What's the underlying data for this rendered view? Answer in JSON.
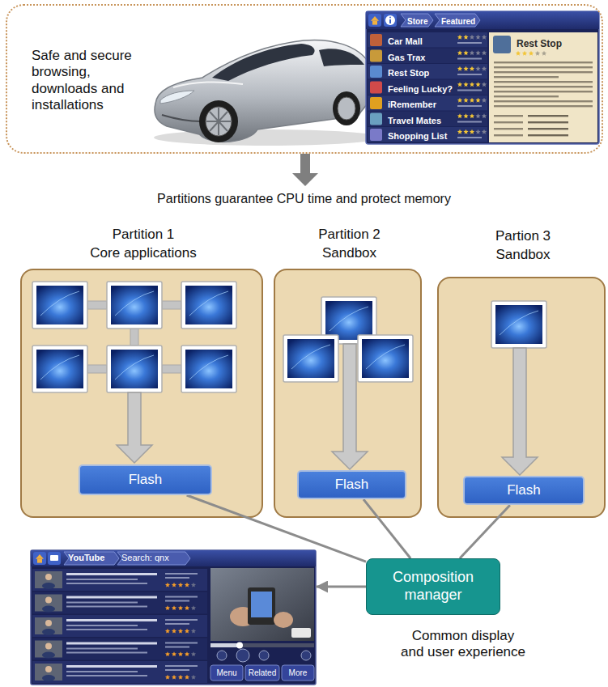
{
  "diagram": {
    "nodes": [
      {
        "text": [
          "Safe and secure browsing, downloads and installations"
        ]
      },
      {
        "text": [
          "Store",
          "Featured",
          "Car Mall",
          "Gas Trax",
          "Rest Stop",
          "Feeling Lucky?",
          "iRemember",
          "Travel Mates",
          "Shopping List",
          "Rest Stop"
        ],
        "in": 0
      },
      {
        "text": [
          "Partition 1",
          "Core applications"
        ]
      },
      {
        "text": [
          "Flash"
        ],
        "in": 2
      },
      {
        "text": [
          "Partition 2",
          "Sandbox"
        ]
      },
      {
        "text": [
          "Flash"
        ],
        "in": 4
      },
      {
        "text": [
          "Partion 3",
          "Sandbox"
        ]
      },
      {
        "text": [
          "Flash"
        ],
        "in": 6
      },
      {
        "text": [
          "YouTube",
          "Search: qnx",
          "Menu",
          "Related",
          "More"
        ]
      },
      {
        "text": [
          "Composition manager"
        ]
      }
    ],
    "edges": [
      {
        "from": 3,
        "to": 9,
        "arrow": "none"
      },
      {
        "from": 5,
        "to": 9,
        "arrow": "none"
      },
      {
        "from": 7,
        "to": 9,
        "arrow": "none"
      },
      {
        "from": 9,
        "to": 8,
        "arrow": "to"
      }
    ],
    "labels": [
      "Partitions guarantee CPU time and protect memory",
      "Common display and user experience"
    ]
  }
}
